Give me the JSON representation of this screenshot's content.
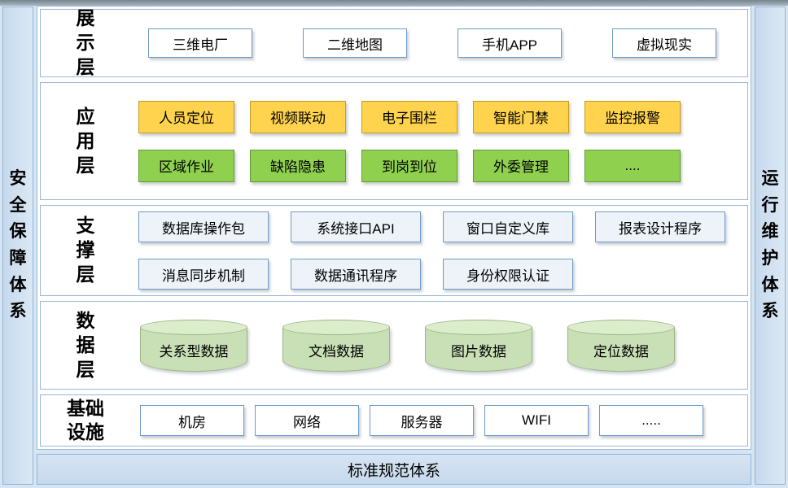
{
  "frame": {
    "left_bar": "安全保障体系",
    "right_bar": "运行维护体系",
    "bottom_bar": "标准规范体系"
  },
  "layers": {
    "presentation": {
      "label": "展示层",
      "items": [
        "三维电厂",
        "二维地图",
        "手机APP",
        "虚拟现实"
      ]
    },
    "application": {
      "label": "应用层",
      "row1": [
        "人员定位",
        "视频联动",
        "电子围栏",
        "智能门禁",
        "监控报警"
      ],
      "row2": [
        "区域作业",
        "缺陷隐患",
        "到岗到位",
        "外委管理",
        "...."
      ]
    },
    "support": {
      "label": "支撑层",
      "row1": [
        "数据库操作包",
        "系统接口API",
        "窗口自定义库",
        "报表设计程序"
      ],
      "row2": [
        "消息同步机制",
        "数据通讯程序",
        "身份权限认证"
      ]
    },
    "data": {
      "label": "数据层",
      "items": [
        "关系型数据",
        "文档数据",
        "图片数据",
        "定位数据"
      ]
    },
    "infrastructure": {
      "label": "基础设施",
      "items": [
        "机房",
        "网络",
        "服务器",
        "WIFI",
        "....."
      ]
    }
  },
  "colors": {
    "page_background": "#d7e4f2",
    "panel_border": "#9ab7d8",
    "box_border_blue": "#6e9bc8",
    "app_yellow": "#ffd34d",
    "app_yellow_border": "#c79a20",
    "app_green": "#8fd14f",
    "app_green_border": "#5f9a33",
    "cylinder_green": "#c9e0b6",
    "cylinder_border": "#9cb489",
    "support_fill": "#eef3fa"
  }
}
